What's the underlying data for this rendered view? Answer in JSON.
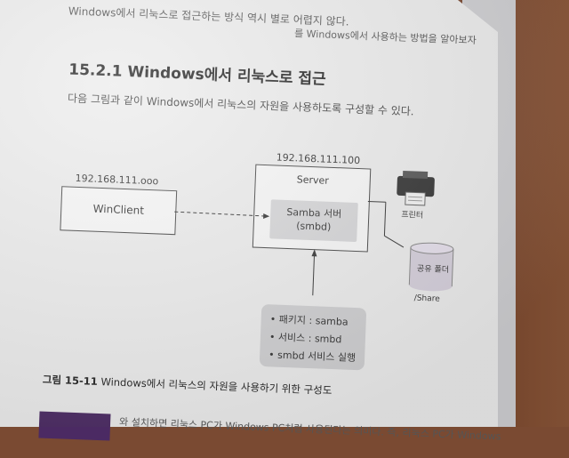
{
  "book": {
    "top_line": "Windows에서 리눅스로 접근하는 방식 역시 별로 어렵지 않다.",
    "top_line_right": "를 Windows에서 사용하는 방법을 알아보자",
    "section_heading": "15.2.1 Windows에서 리눅스로 접근",
    "intro_text": "다음 그림과 같이 Windows에서 리눅스의 자원을 사용하도록 구성할 수 있다.",
    "bottom_line": "와 설치하면 리눅스 PC가 Windows PC처럼 사용된다는 의미다. 즉, 리눅스 PC가 Windows"
  },
  "diagram": {
    "client_ip": "192.168.111.ooo",
    "client_label": "WinClient",
    "server_ip": "192.168.111.100",
    "server_label": "Server",
    "samba_line1": "Samba 서버",
    "samba_line2": "(smbd)",
    "printer_label": "프린터",
    "share_folder_label": "공유 폴더",
    "share_path": "/Share",
    "info_items": [
      "• 패키지 : samba",
      "• 서비스 : smbd",
      "• smbd 서비스 실행"
    ]
  },
  "figure_caption": {
    "number": "그림 15-11",
    "text": "Windows에서 리눅스의 자원을 사용하기 위한 구성도"
  },
  "colors": {
    "page": "#ececec",
    "wood": "#7a4a32",
    "box_gray": "#d6d6d8",
    "purple": "#4b2a63"
  }
}
